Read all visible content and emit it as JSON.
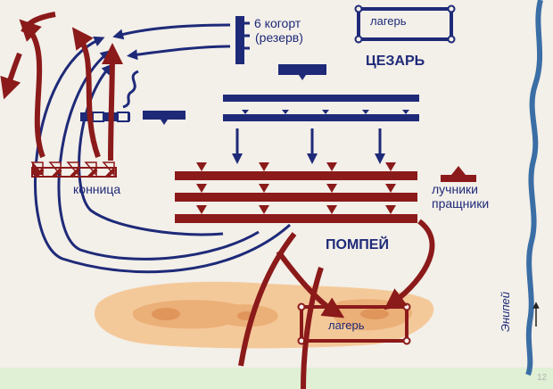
{
  "labels": {
    "caesar": "ЦЕЗАРЬ",
    "pompey": "ПОМПЕЙ",
    "camp_top": "лагерь",
    "camp_bottom": "лагерь",
    "reserve_line1": "6 когорт",
    "reserve_line2": "(резерв)",
    "cavalry": "конница",
    "archers_line1": "лучники",
    "archers_line2": "пращники",
    "river": "Энипей",
    "slide_number": "12"
  },
  "colors": {
    "caesar_blue": "#1e2a78",
    "pompey_red": "#8b1a1a",
    "river_blue": "#3a6ea5",
    "hill_light": "#f4c99a",
    "hill_mid": "#ebaf78",
    "hill_dark": "#e0955a",
    "background": "#f3efe9",
    "bottom_band": "#dff0d4"
  }
}
